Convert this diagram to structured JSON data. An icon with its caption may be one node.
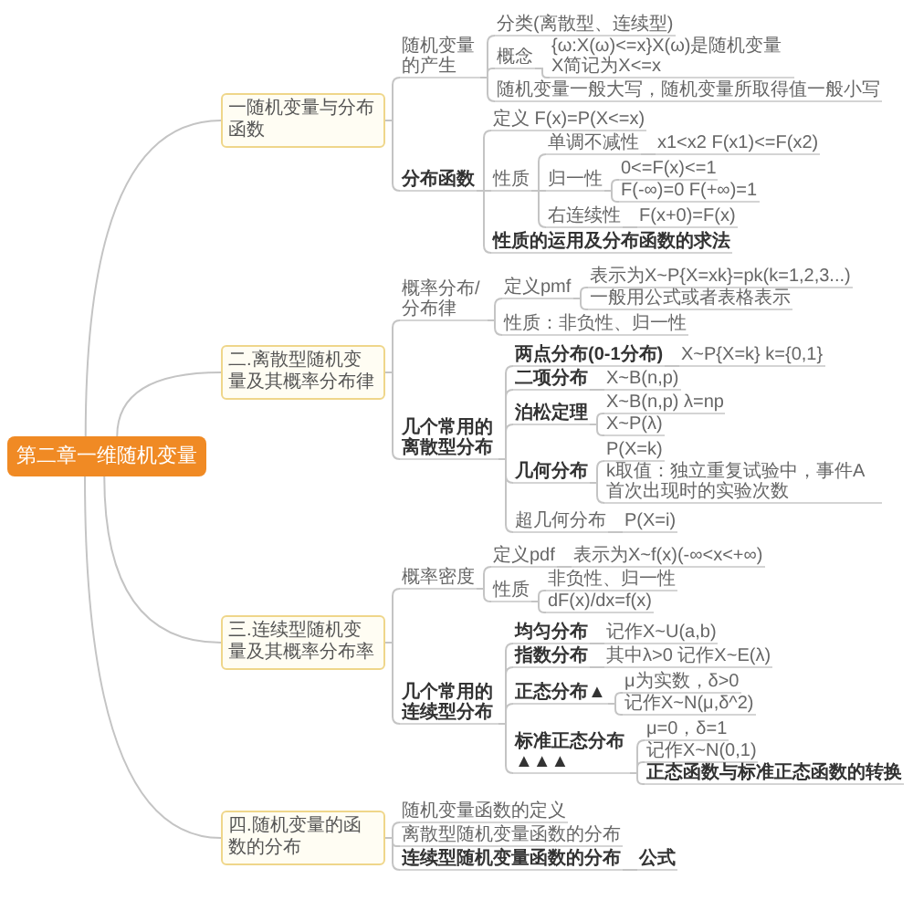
{
  "diagram": {
    "nodes": [
      {
        "text": [
          "第二章一维随机变量"
        ]
      },
      {
        "text": [
          "一随机变量与分布函数"
        ]
      },
      {
        "text": [
          "随机变量的产生"
        ]
      },
      {
        "text": [
          "分类(离散型、连续型)"
        ]
      },
      {
        "text": [
          "概念"
        ]
      },
      {
        "text": [
          "{ω:X(ω)<=x}X(ω)是随机变量 X简记为X<=x"
        ]
      },
      {
        "text": [
          "随机变量一般大写，随机变量所取得值一般小写"
        ]
      },
      {
        "text": [
          "分布函数"
        ]
      },
      {
        "text": [
          "定义 F(x)=P(X<=x)"
        ]
      },
      {
        "text": [
          "性质"
        ]
      },
      {
        "text": [
          "单调不减性"
        ]
      },
      {
        "text": [
          "x1<x2 F(x1)<=F(x2)"
        ]
      },
      {
        "text": [
          "归一性"
        ]
      },
      {
        "text": [
          "0<=F(x)<=1"
        ]
      },
      {
        "text": [
          "F(-∞)=0 F(+∞)=1"
        ]
      },
      {
        "text": [
          "右连续性"
        ]
      },
      {
        "text": [
          "F(x+0)=F(x)"
        ]
      },
      {
        "text": [
          "性质的运用及分布函数的求法"
        ]
      },
      {
        "text": [
          "二.离散型随机变量及其概率分布律"
        ]
      },
      {
        "text": [
          "概率分布/分布律"
        ]
      },
      {
        "text": [
          "定义pmf"
        ]
      },
      {
        "text": [
          "表示为X~P{X=xk}=pk(k=1,2,3...)"
        ]
      },
      {
        "text": [
          "一般用公式或者表格表示"
        ]
      },
      {
        "text": [
          "性质：非负性、归一性"
        ]
      },
      {
        "text": [
          "几个常用的离散型分布"
        ]
      },
      {
        "text": [
          "两点分布(0-1分布)"
        ]
      },
      {
        "text": [
          "X~P{X=k} k={0,1}"
        ]
      },
      {
        "text": [
          "二项分布"
        ]
      },
      {
        "text": [
          "X~B(n,p)"
        ]
      },
      {
        "text": [
          "泊松定理"
        ]
      },
      {
        "text": [
          "X~B(n,p) λ=np"
        ]
      },
      {
        "text": [
          "X~P(λ)"
        ]
      },
      {
        "text": [
          "几何分布"
        ]
      },
      {
        "text": [
          "P(X=k)"
        ]
      },
      {
        "text": [
          "k取值：独立重复试验中，事件A首次出现时的实验次数"
        ]
      },
      {
        "text": [
          "超几何分布"
        ]
      },
      {
        "text": [
          "P(X=i)"
        ]
      },
      {
        "text": [
          "三.连续型随机变量及其概率分布率"
        ]
      },
      {
        "text": [
          "概率密度"
        ]
      },
      {
        "text": [
          "定义pdf"
        ]
      },
      {
        "text": [
          "表示为X~f(x)(-∞<x<+∞)"
        ]
      },
      {
        "text": [
          "性质"
        ]
      },
      {
        "text": [
          "非负性、归一性"
        ]
      },
      {
        "text": [
          "dF(x)/dx=f(x)"
        ]
      },
      {
        "text": [
          "几个常用的连续型分布"
        ]
      },
      {
        "text": [
          "均匀分布"
        ]
      },
      {
        "text": [
          "记作X~U(a,b)"
        ]
      },
      {
        "text": [
          "指数分布"
        ]
      },
      {
        "text": [
          "其中λ>0 记作X~E(λ)"
        ]
      },
      {
        "text": [
          "正态分布▲"
        ]
      },
      {
        "text": [
          "μ为实数，δ>0"
        ]
      },
      {
        "text": [
          "记作X~N(μ,δ^2)"
        ]
      },
      {
        "text": [
          "标准正态分布▲▲▲"
        ]
      },
      {
        "text": [
          "μ=0，δ=1"
        ]
      },
      {
        "text": [
          "记作X~N(0,1)"
        ]
      },
      {
        "text": [
          "正态函数与标准正态函数的转换"
        ]
      },
      {
        "text": [
          "四.随机变量的函数的分布"
        ]
      },
      {
        "text": [
          "随机变量函数的定义"
        ]
      },
      {
        "text": [
          "离散型随机变量函数的分布"
        ]
      },
      {
        "text": [
          "连续型随机变量函数的分布"
        ]
      },
      {
        "text": [
          "公式"
        ]
      }
    ],
    "edges": [
      {
        "from": 0,
        "to": 1,
        "arrow": "none"
      },
      {
        "from": 1,
        "to": 2,
        "arrow": "none"
      },
      {
        "from": 2,
        "to": 3,
        "arrow": "none"
      },
      {
        "from": 2,
        "to": 4,
        "arrow": "none"
      },
      {
        "from": 4,
        "to": 5,
        "arrow": "none"
      },
      {
        "from": 2,
        "to": 6,
        "arrow": "none"
      },
      {
        "from": 1,
        "to": 7,
        "arrow": "none"
      },
      {
        "from": 7,
        "to": 8,
        "arrow": "none"
      },
      {
        "from": 7,
        "to": 9,
        "arrow": "none"
      },
      {
        "from": 9,
        "to": 10,
        "arrow": "none"
      },
      {
        "from": 10,
        "to": 11,
        "arrow": "none"
      },
      {
        "from": 9,
        "to": 12,
        "arrow": "none"
      },
      {
        "from": 12,
        "to": 13,
        "arrow": "none"
      },
      {
        "from": 12,
        "to": 14,
        "arrow": "none"
      },
      {
        "from": 9,
        "to": 15,
        "arrow": "none"
      },
      {
        "from": 15,
        "to": 16,
        "arrow": "none"
      },
      {
        "from": 7,
        "to": 17,
        "arrow": "none"
      },
      {
        "from": 0,
        "to": 18,
        "arrow": "none"
      },
      {
        "from": 18,
        "to": 19,
        "arrow": "none"
      },
      {
        "from": 19,
        "to": 20,
        "arrow": "none"
      },
      {
        "from": 20,
        "to": 21,
        "arrow": "none"
      },
      {
        "from": 20,
        "to": 22,
        "arrow": "none"
      },
      {
        "from": 19,
        "to": 23,
        "arrow": "none"
      },
      {
        "from": 18,
        "to": 24,
        "arrow": "none"
      },
      {
        "from": 24,
        "to": 25,
        "arrow": "none"
      },
      {
        "from": 25,
        "to": 26,
        "arrow": "none"
      },
      {
        "from": 24,
        "to": 27,
        "arrow": "none"
      },
      {
        "from": 27,
        "to": 28,
        "arrow": "none"
      },
      {
        "from": 24,
        "to": 29,
        "arrow": "none"
      },
      {
        "from": 29,
        "to": 30,
        "arrow": "none"
      },
      {
        "from": 29,
        "to": 31,
        "arrow": "none"
      },
      {
        "from": 24,
        "to": 32,
        "arrow": "none"
      },
      {
        "from": 32,
        "to": 33,
        "arrow": "none"
      },
      {
        "from": 32,
        "to": 34,
        "arrow": "none"
      },
      {
        "from": 24,
        "to": 35,
        "arrow": "none"
      },
      {
        "from": 35,
        "to": 36,
        "arrow": "none"
      },
      {
        "from": 0,
        "to": 37,
        "arrow": "none"
      },
      {
        "from": 37,
        "to": 38,
        "arrow": "none"
      },
      {
        "from": 38,
        "to": 39,
        "arrow": "none"
      },
      {
        "from": 39,
        "to": 40,
        "arrow": "none"
      },
      {
        "from": 38,
        "to": 41,
        "arrow": "none"
      },
      {
        "from": 41,
        "to": 42,
        "arrow": "none"
      },
      {
        "from": 41,
        "to": 43,
        "arrow": "none"
      },
      {
        "from": 37,
        "to": 44,
        "arrow": "none"
      },
      {
        "from": 44,
        "to": 45,
        "arrow": "none"
      },
      {
        "from": 45,
        "to": 46,
        "arrow": "none"
      },
      {
        "from": 44,
        "to": 47,
        "arrow": "none"
      },
      {
        "from": 47,
        "to": 48,
        "arrow": "none"
      },
      {
        "from": 44,
        "to": 49,
        "arrow": "none"
      },
      {
        "from": 49,
        "to": 50,
        "arrow": "none"
      },
      {
        "from": 49,
        "to": 51,
        "arrow": "none"
      },
      {
        "from": 44,
        "to": 52,
        "arrow": "none"
      },
      {
        "from": 52,
        "to": 53,
        "arrow": "none"
      },
      {
        "from": 52,
        "to": 54,
        "arrow": "none"
      },
      {
        "from": 52,
        "to": 55,
        "arrow": "none"
      },
      {
        "from": 0,
        "to": 56,
        "arrow": "none"
      },
      {
        "from": 56,
        "to": 57,
        "arrow": "none"
      },
      {
        "from": 56,
        "to": 58,
        "arrow": "none"
      },
      {
        "from": 56,
        "to": 59,
        "arrow": "none"
      },
      {
        "from": 59,
        "to": 60,
        "arrow": "none"
      }
    ]
  }
}
